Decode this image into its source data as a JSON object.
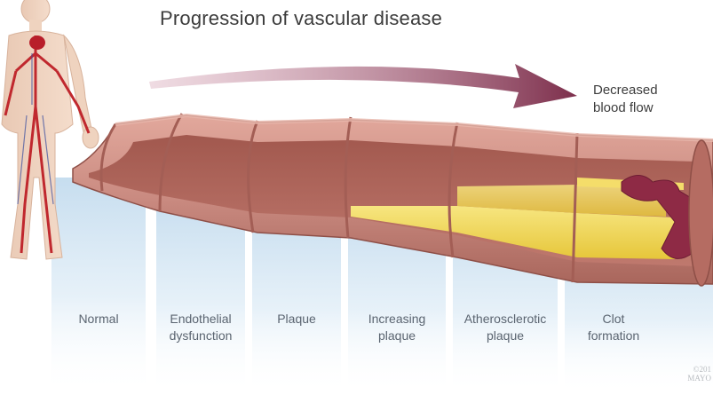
{
  "title": "Progression of vascular disease",
  "callout": {
    "line1": "Decreased",
    "line2": "blood flow"
  },
  "stages": [
    {
      "line1": "Normal",
      "line2": ""
    },
    {
      "line1": "Endothelial",
      "line2": "dysfunction"
    },
    {
      "line1": "Plaque",
      "line2": ""
    },
    {
      "line1": "Increasing",
      "line2": "plaque"
    },
    {
      "line1": "Atherosclerotic",
      "line2": "plaque"
    },
    {
      "line1": "Clot",
      "line2": "formation"
    }
  ],
  "copyright": {
    "line1": "©201",
    "line2": "MAYO"
  },
  "colors": {
    "artery_wall": "#c98a80",
    "artery_inner": "#b06a60",
    "plaque": "#f0d64a",
    "clot": "#8e2a45",
    "arrow": "#8a3a57",
    "panel_blue": "#cfe3f2"
  }
}
